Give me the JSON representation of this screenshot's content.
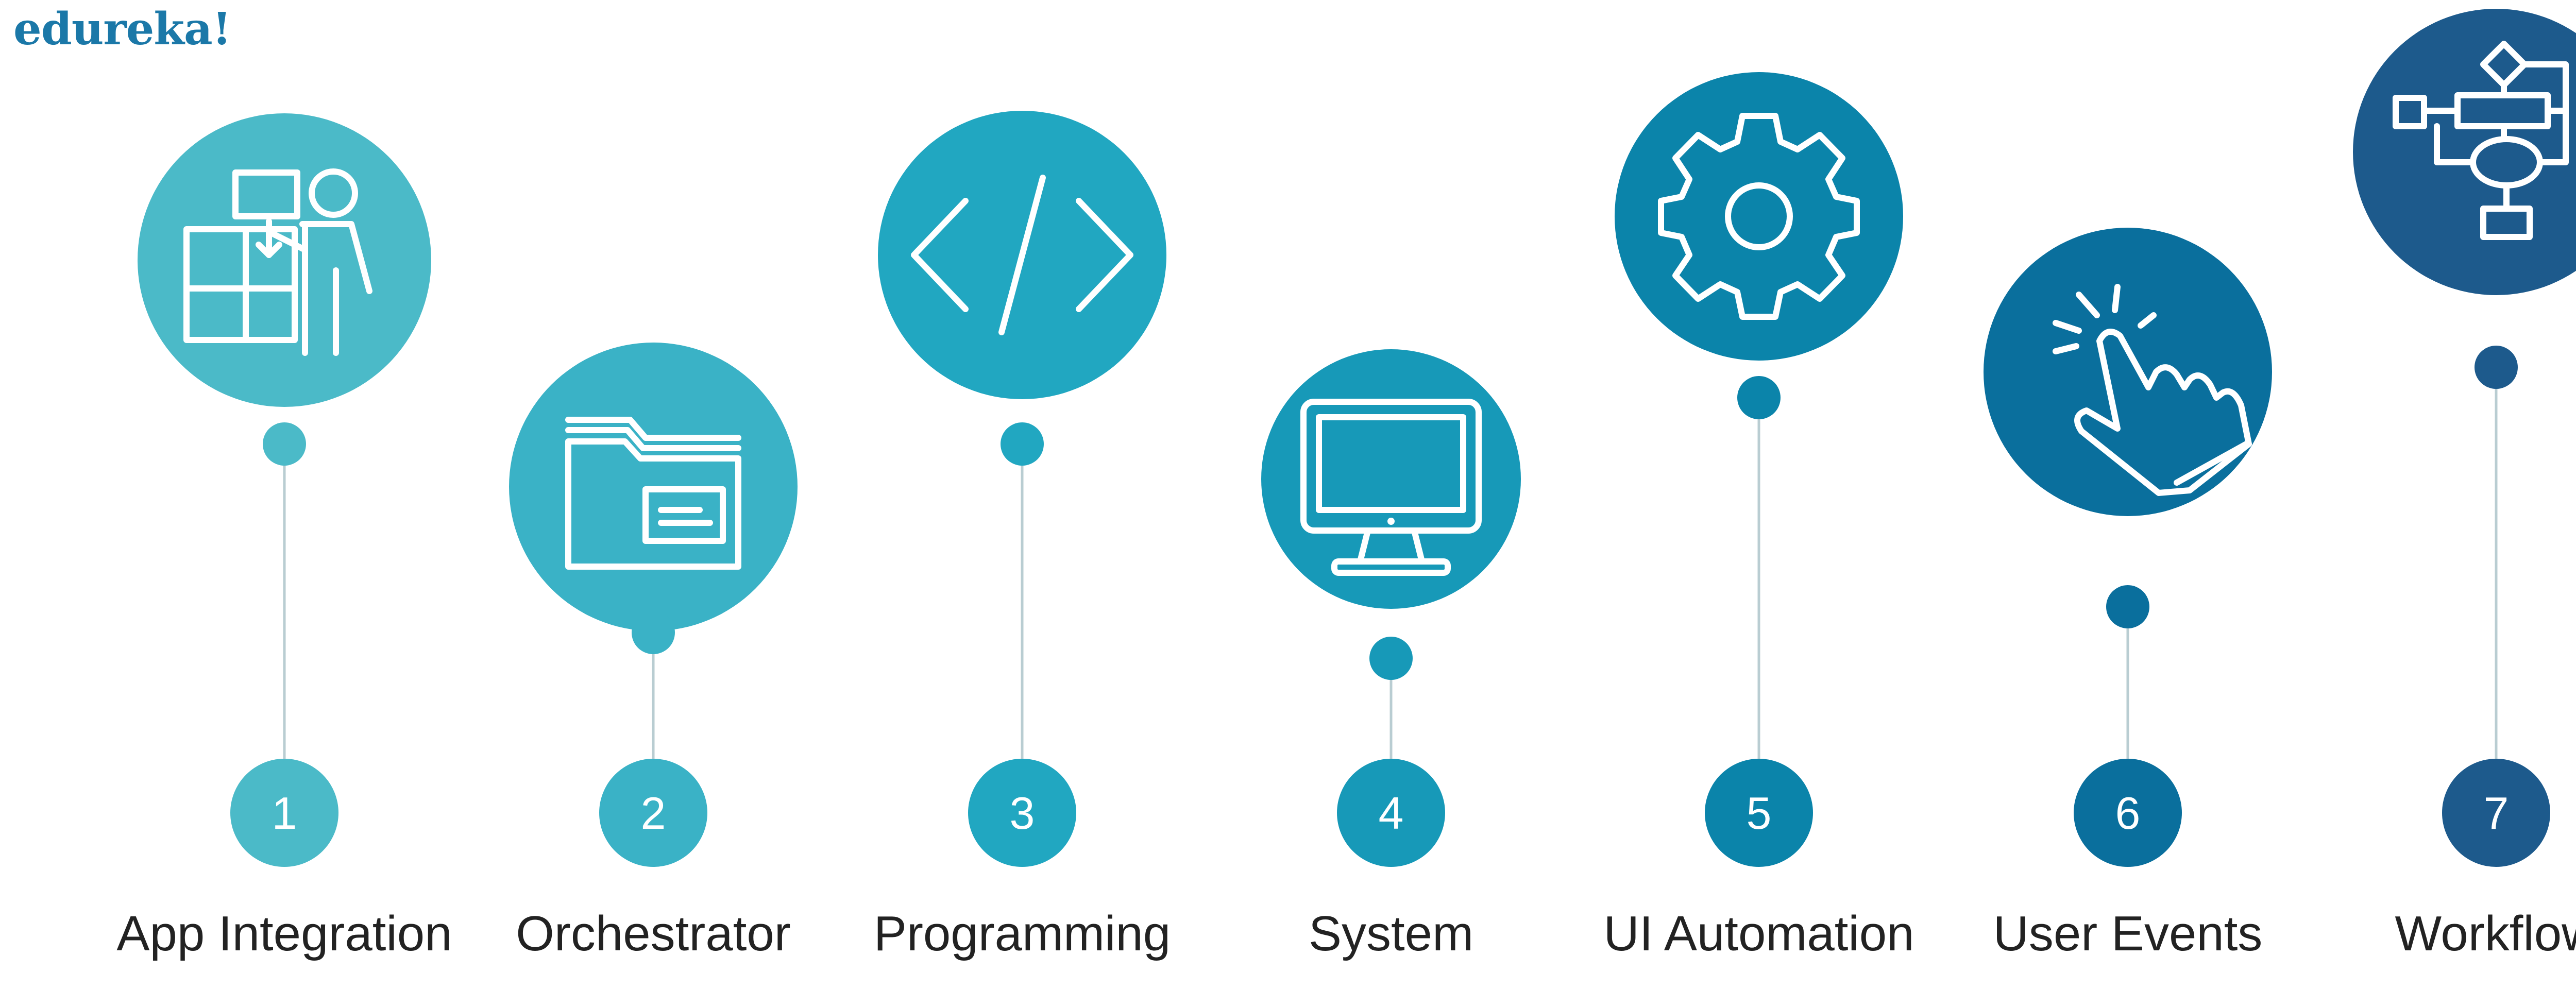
{
  "brand": {
    "name": "edureka!",
    "color": "#1b78a8"
  },
  "line_color": "#b9cdd2",
  "steps": [
    {
      "number": "1",
      "label": "App Integration",
      "icon": "puzzle-person-icon",
      "color": "#4bbac8"
    },
    {
      "number": "2",
      "label": "Orchestrator",
      "icon": "folder-icon",
      "color": "#3ab2c6"
    },
    {
      "number": "3",
      "label": "Programming",
      "icon": "code-brackets-icon",
      "color": "#21a7c1"
    },
    {
      "number": "4",
      "label": "System",
      "icon": "monitor-icon",
      "color": "#1799b8"
    },
    {
      "number": "5",
      "label": "UI Automation",
      "icon": "gear-icon",
      "color": "#0b84aa"
    },
    {
      "number": "6",
      "label": "User Events",
      "icon": "hand-click-icon",
      "color": "#0a6f9d"
    },
    {
      "number": "7",
      "label": "Workflow",
      "icon": "flowchart-icon",
      "color": "#1d5a8c"
    }
  ]
}
